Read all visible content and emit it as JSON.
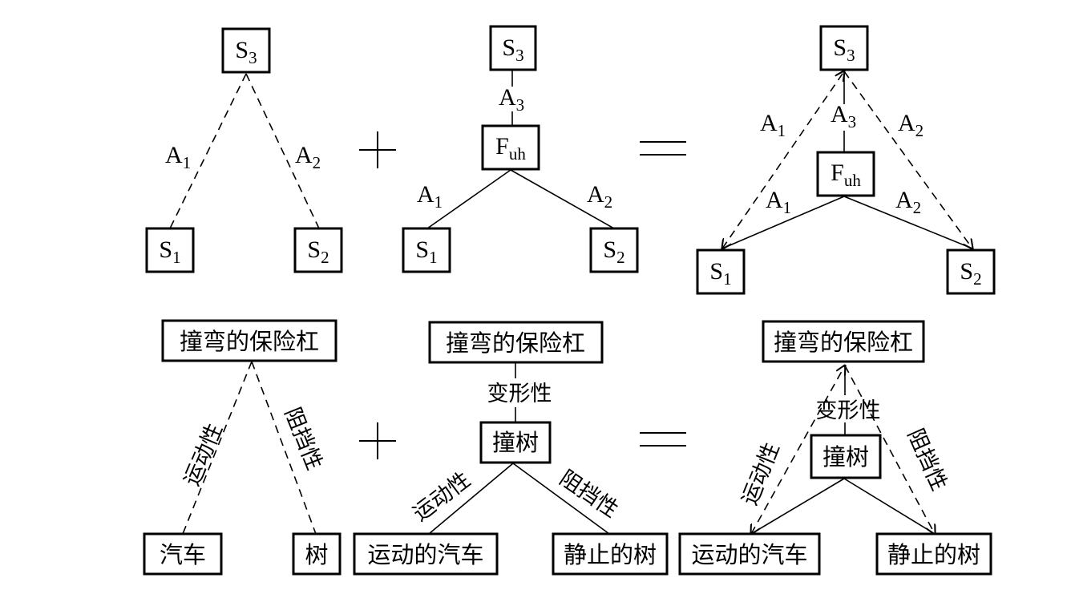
{
  "symbolic": {
    "s1": "S",
    "s1_sub": "1",
    "s2": "S",
    "s2_sub": "2",
    "s3": "S",
    "s3_sub": "3",
    "f": "F",
    "f_sub": "uh",
    "a1": "A",
    "a1_sub": "1",
    "a2": "A",
    "a2_sub": "2",
    "a3": "A",
    "a3_sub": "3"
  },
  "concrete": {
    "top": "撞弯的保险杠",
    "car": "汽车",
    "tree": "树",
    "field": "撞树",
    "moving_car": "运动的汽车",
    "still_tree": "静止的树",
    "motion": "运动性",
    "blocking": "阻挡性",
    "deform": "变形性"
  }
}
